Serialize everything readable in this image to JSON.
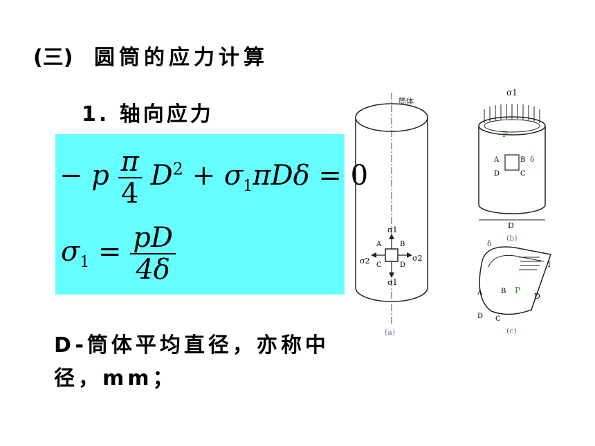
{
  "heading": {
    "number": "(三)",
    "title": "圆筒的应力计算"
  },
  "subheading": "1. 轴向应力",
  "formula1": {
    "minus": "−",
    "p": "p",
    "pi": "π",
    "four": "4",
    "D": "D",
    "sq": "2",
    "plus": "+",
    "sigma": "σ",
    "sub1": "1",
    "piDdelta": "πDδ",
    "eq": "=",
    "zero": "0"
  },
  "formula2": {
    "sigma": "σ",
    "sub1": "1",
    "eq": "=",
    "num": "pD",
    "den": "4δ"
  },
  "description": "D-筒体平均直径，亦称中径，mm；",
  "figure_a": {
    "top_label": "筒体",
    "sigma1_top": "σ1",
    "sigma1_bottom": "σ1",
    "sigma2_left": "σ2",
    "sigma2_right": "σ2",
    "A": "A",
    "B": "B",
    "C": "C",
    "D": "D",
    "caption": "(a)"
  },
  "figure_b": {
    "sigma1": "σ1",
    "p": "P",
    "A": "A",
    "B": "B",
    "C": "C",
    "D": "D",
    "delta": "δ",
    "dim": "D",
    "caption": "(b)"
  },
  "figure_c": {
    "delta": "δ",
    "l": "l",
    "A": "A",
    "B": "B",
    "C": "C",
    "D": "D",
    "p": "P",
    "dim": "D",
    "caption": "(c)"
  },
  "colors": {
    "formula_bg": "#66ffff",
    "caption_color": "#6f6fa8",
    "p_label": "#2a8a2a"
  }
}
